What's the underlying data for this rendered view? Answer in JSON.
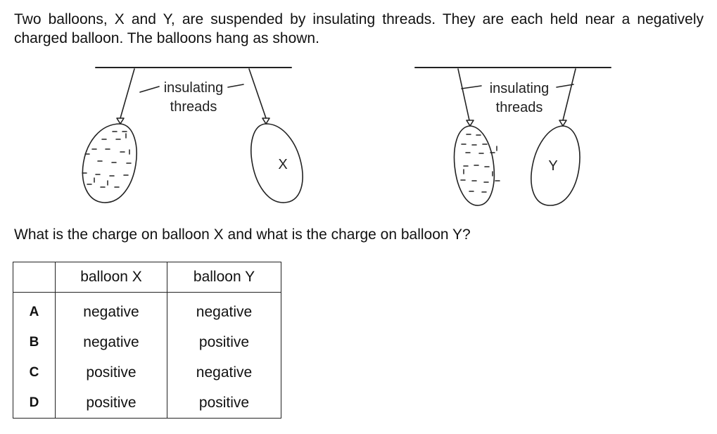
{
  "stem": "Two balloons, X and Y, are suspended by insulating threads. They are each held near a negatively charged balloon. The balloons hang as shown.",
  "figure": {
    "left_diagram": {
      "thread_label_line1": "insulating",
      "thread_label_line2": "threads",
      "balloon_label": "X"
    },
    "right_diagram": {
      "thread_label_line1": "insulating",
      "thread_label_line2": "threads",
      "balloon_label": "Y"
    }
  },
  "question": "What is the charge on balloon X and what is the charge on balloon Y?",
  "answer_table": {
    "headers": [
      "",
      "balloon X",
      "balloon Y"
    ],
    "rows": [
      {
        "key": "A",
        "x": "negative",
        "y": "negative"
      },
      {
        "key": "B",
        "x": "negative",
        "y": "positive"
      },
      {
        "key": "C",
        "x": "positive",
        "y": "negative"
      },
      {
        "key": "D",
        "x": "positive",
        "y": "positive"
      }
    ]
  }
}
